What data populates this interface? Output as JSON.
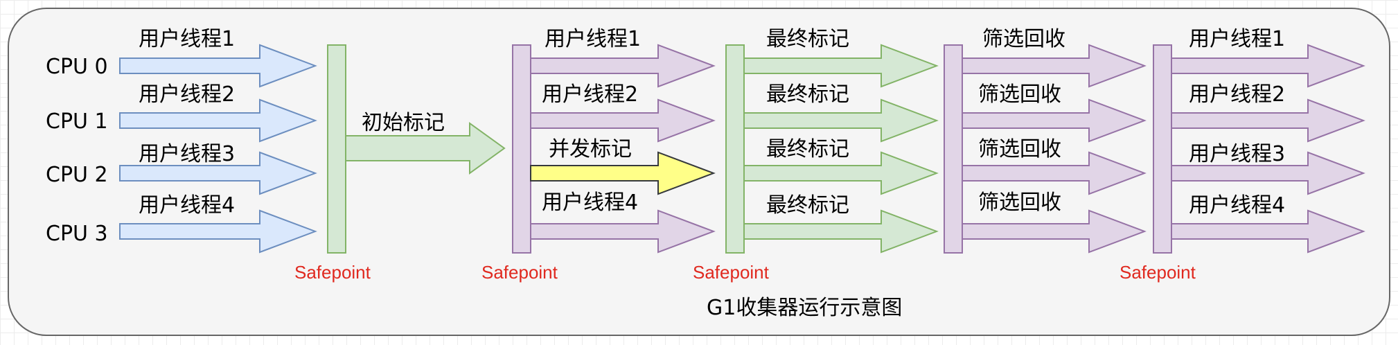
{
  "caption": "G1收集器运行示意图",
  "cpus": [
    "CPU 0",
    "CPU 1",
    "CPU 2",
    "CPU 3"
  ],
  "phase1_threads": [
    "用户线程1",
    "用户线程2",
    "用户线程3",
    "用户线程4"
  ],
  "initial_mark": "初始标记",
  "phase2_threads": [
    "用户线程1",
    "用户线程2",
    "并发标记",
    "用户线程4"
  ],
  "final_mark": [
    "最终标记",
    "最终标记",
    "最终标记",
    "最终标记"
  ],
  "cleanup": [
    "筛选回收",
    "筛选回收",
    "筛选回收",
    "筛选回收"
  ],
  "phase5_threads": [
    "用户线程1",
    "用户线程2",
    "用户线程3",
    "用户线程4"
  ],
  "safepoint": "Safepoint",
  "colors": {
    "blue_fill": "#dae8fc",
    "blue_stroke": "#6c8ebf",
    "green_fill": "#d5e8d4",
    "green_stroke": "#82b366",
    "purple_fill": "#e1d5e7",
    "purple_stroke": "#9673a6",
    "yellow_fill": "#ffff88",
    "yellow_stroke": "#36393d",
    "safepoint_text": "#e0291f"
  }
}
